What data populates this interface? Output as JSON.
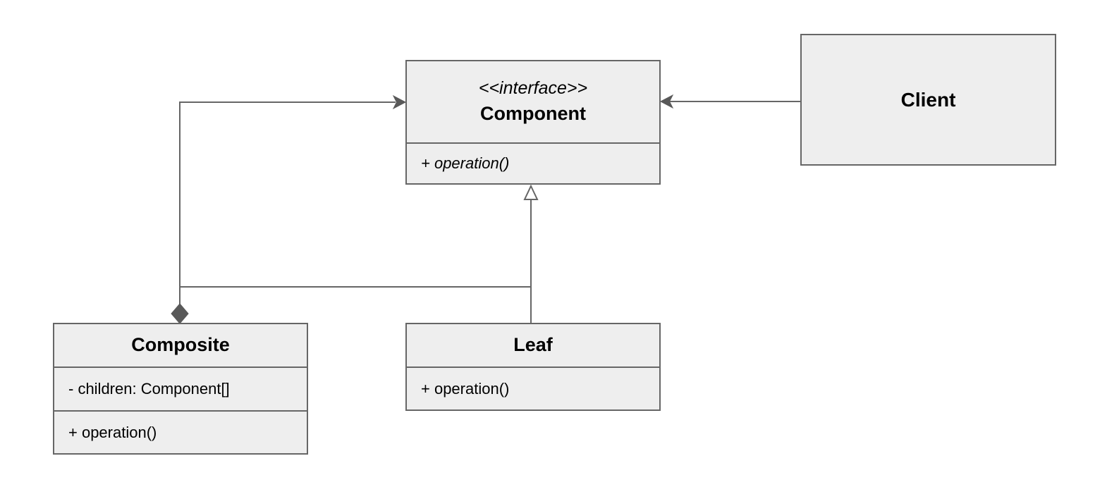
{
  "classes": {
    "component": {
      "stereotype": "<<interface>>",
      "name": "Component",
      "methods": [
        "+ operation()"
      ]
    },
    "client": {
      "name": "Client"
    },
    "composite": {
      "name": "Composite",
      "attributes": [
        "- children: Component[]"
      ],
      "methods": [
        "+ operation()"
      ]
    },
    "leaf": {
      "name": "Leaf",
      "methods": [
        "+ operation()"
      ]
    }
  },
  "colors": {
    "canvas": "#ffffff",
    "box_fill": "#eeeeee",
    "box_border": "#666666",
    "line": "#666666",
    "solid_marker": "#595959",
    "text": "#000000"
  }
}
